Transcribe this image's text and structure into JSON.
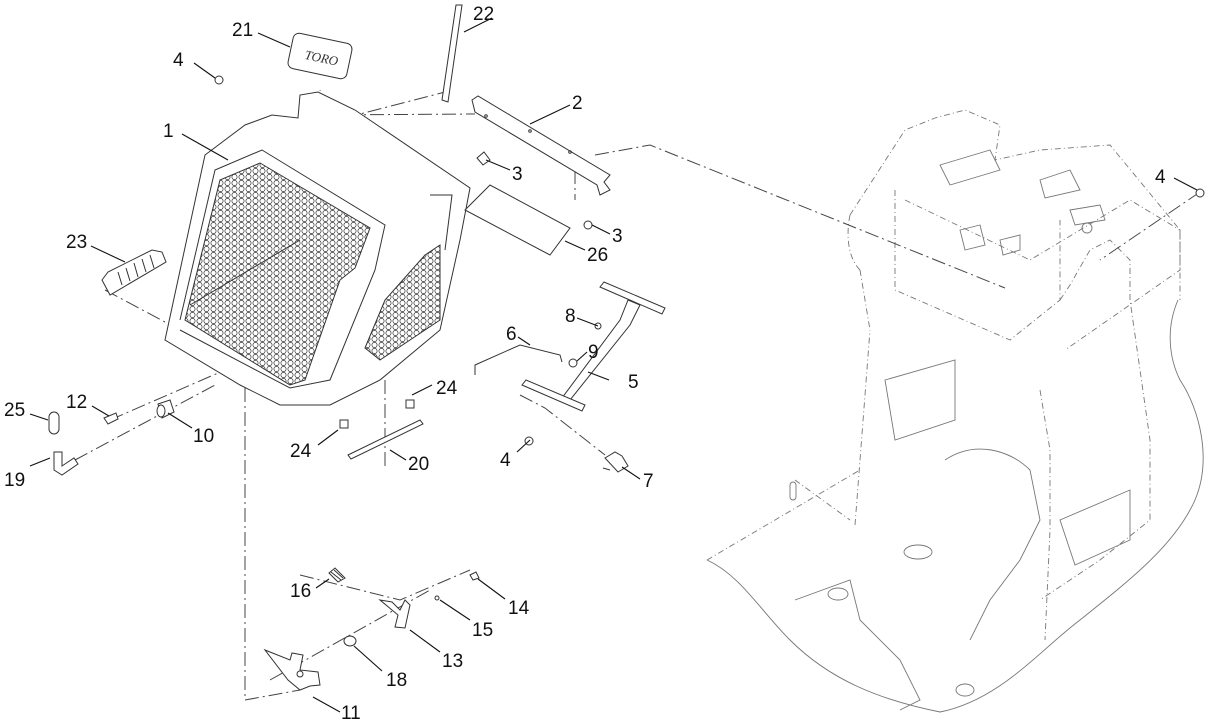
{
  "diagram": {
    "type": "exploded parts diagram",
    "subject": "Rear screen / grille assembly and latch mechanism on frame",
    "decal_text": "TORO",
    "callouts": [
      {
        "id": "c1",
        "label": "1"
      },
      {
        "id": "c2",
        "label": "2"
      },
      {
        "id": "c3a",
        "label": "3"
      },
      {
        "id": "c3b",
        "label": "3"
      },
      {
        "id": "c4a",
        "label": "4"
      },
      {
        "id": "c4b",
        "label": "4"
      },
      {
        "id": "c4c",
        "label": "4"
      },
      {
        "id": "c5",
        "label": "5"
      },
      {
        "id": "c6",
        "label": "6"
      },
      {
        "id": "c7",
        "label": "7"
      },
      {
        "id": "c8",
        "label": "8"
      },
      {
        "id": "c9",
        "label": "9"
      },
      {
        "id": "c10",
        "label": "10"
      },
      {
        "id": "c11",
        "label": "11"
      },
      {
        "id": "c12",
        "label": "12"
      },
      {
        "id": "c13",
        "label": "13"
      },
      {
        "id": "c14",
        "label": "14"
      },
      {
        "id": "c15",
        "label": "15"
      },
      {
        "id": "c16",
        "label": "16"
      },
      {
        "id": "c18",
        "label": "18"
      },
      {
        "id": "c19",
        "label": "19"
      },
      {
        "id": "c20",
        "label": "20"
      },
      {
        "id": "c21",
        "label": "21"
      },
      {
        "id": "c22",
        "label": "22"
      },
      {
        "id": "c23",
        "label": "23"
      },
      {
        "id": "c24a",
        "label": "24"
      },
      {
        "id": "c24b",
        "label": "24"
      },
      {
        "id": "c25",
        "label": "25"
      },
      {
        "id": "c26",
        "label": "26"
      }
    ]
  }
}
